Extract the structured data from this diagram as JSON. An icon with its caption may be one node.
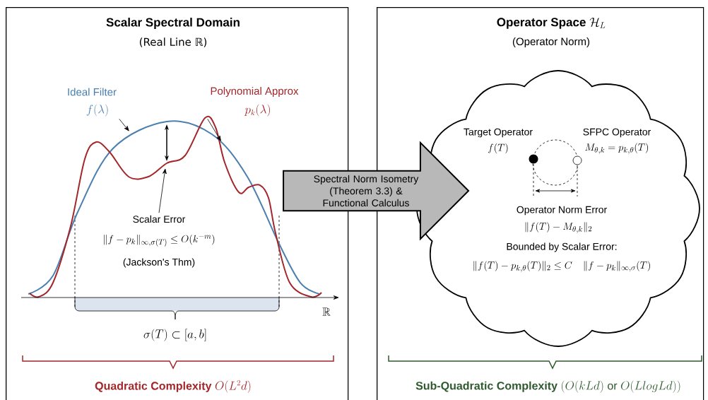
{
  "diagram": {
    "nodes": [
      {
        "text": [
          "Scalar Spectral Domain",
          "(Real Line ℝ)"
        ]
      },
      {
        "text": [
          "Operator Space",
          "\\mathcal{H}_L",
          "(Operator Norm)"
        ]
      },
      {
        "text": [
          "Spectral Norm Isometry (Theorem 3.3) & Functional Calculus"
        ]
      },
      {
        "text": [
          "Ideal Filter",
          "f(\\lambda)"
        ],
        "in": 0
      },
      {
        "text": [
          "Polynomial Approx",
          "p_k(\\lambda)"
        ],
        "in": 0
      },
      {
        "text": [
          "Scalar Error",
          "\\|f - p_k\\|_{\\infty,\\sigma(T)} \\leq O(k^{-m})",
          "(Jackson's Thm)"
        ],
        "in": 0
      },
      {
        "text": [
          "Target Operator",
          "f(T)",
          "SFPC Operator",
          "M_{\\theta,k} = p_{k,\\theta}(T)",
          "Operator Norm Error",
          "\\|f(T) - M_{\\theta,k}\\|_2",
          "Bounded by Scalar Error:",
          "\\|f(T) - p_{k,\\theta}(T)\\|_2 \\leq C \\quad \\|f - p_k\\|_{\\infty,\\sigma}(T)"
        ],
        "in": 1
      }
    ],
    "edges": [
      {
        "from": 3,
        "to": null,
        "arrow": "to"
      },
      {
        "from": 4,
        "to": null,
        "arrow": "to"
      },
      {
        "from": 5,
        "to": null,
        "arrow": "to"
      }
    ],
    "labels": [
      "\\mathbb{R}",
      "\\sigma(T) \\subset [a,b]",
      "Quadratic Complexity",
      "O(L^2 d)",
      "Sub-Quadratic Complexity",
      "(O(kLd)\\ \\mathrm{or}\\ O(LlogLd))"
    ]
  }
}
